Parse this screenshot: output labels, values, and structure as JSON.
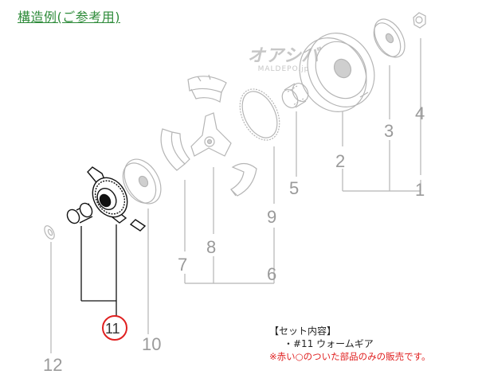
{
  "heading": "構造例(ご参考用)",
  "watermark": {
    "logo": "オアシバ",
    "sub": "MALDEPO.jp"
  },
  "parts": {
    "p1": "1",
    "p2": "2",
    "p3": "3",
    "p4": "4",
    "p5": "5",
    "p6": "6",
    "p7": "7",
    "p8": "8",
    "p9": "9",
    "p10": "10",
    "p11": "11",
    "p12": "12"
  },
  "set_contents": {
    "title": "【セット内容】",
    "item": "・#11 ウォームギア",
    "note": "※赤い○のついた部品のみの販売です。"
  },
  "colors": {
    "heading": "#2e8b3a",
    "highlight_circle": "#e02020",
    "note": "#e02020",
    "line_gray": "#b5b5b5"
  }
}
